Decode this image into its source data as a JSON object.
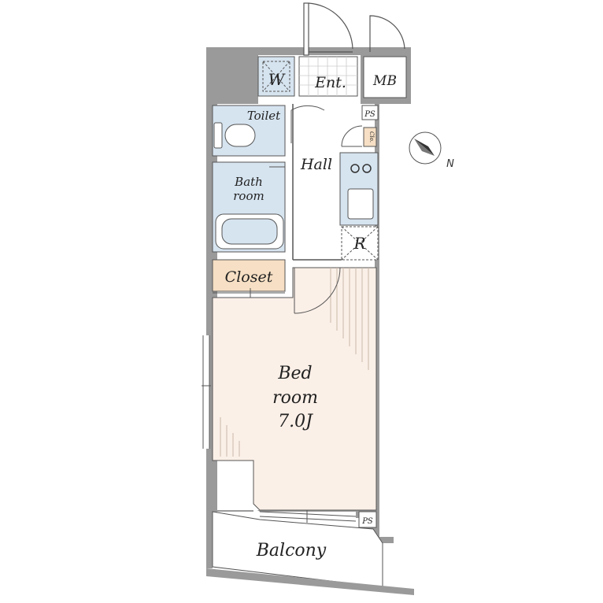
{
  "rooms": {
    "washer": "W",
    "entrance": "Ent.",
    "meter_box": "MB",
    "pipe_space_top": "PS",
    "toilet": "Toilet",
    "closet_small": "Clo.",
    "hall": "Hall",
    "bath_line1": "Bath",
    "bath_line2": "room",
    "fridge": "R",
    "closet": "Closet",
    "bedroom_line1": "Bed",
    "bedroom_line2": "room",
    "bedroom_size": "7.0J",
    "pipe_space_bottom": "PS",
    "balcony": "Balcony"
  },
  "compass": {
    "north_label": "N"
  },
  "colors": {
    "wall": "#9a9a9a",
    "wet_area": "#d6e4f0",
    "closet": "#f6dfc4",
    "bedroom": "#fbf0e8",
    "floor": "#ffffff",
    "line": "#555555"
  }
}
